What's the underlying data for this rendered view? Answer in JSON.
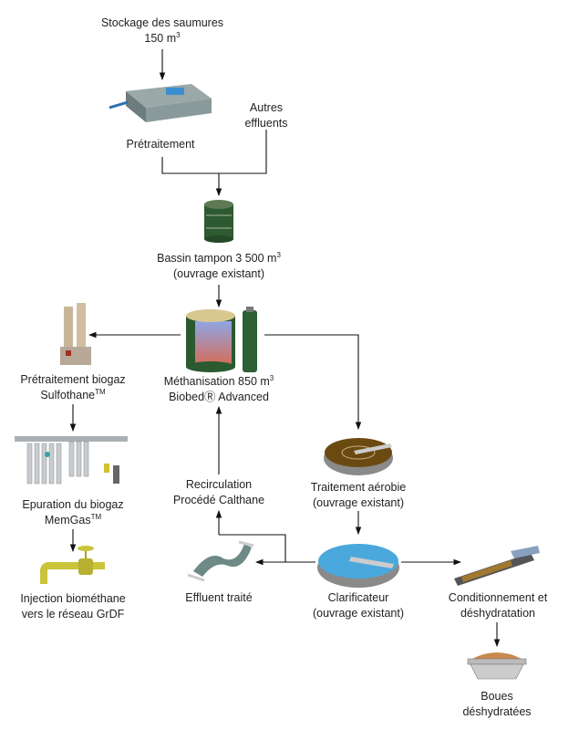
{
  "nodes": {
    "stockage": {
      "line1": "Stockage des saumures",
      "line2": "150 m",
      "sup": "3"
    },
    "pretraitement": {
      "line1": "Prétraitement"
    },
    "autres": {
      "line1": "Autres",
      "line2": "effluents"
    },
    "bassin": {
      "line1": "Bassin tampon 3 500 m",
      "sup": "3",
      "line2": "(ouvrage existant)"
    },
    "methanisation": {
      "line1": "Méthanisation 850 m",
      "sup": "3",
      "line2": "BiobedⓇ Advanced"
    },
    "sulfothane": {
      "line1": "Prétraitement biogaz",
      "line2": "Sulfothane",
      "sup": "TM"
    },
    "memgas": {
      "line1": "Epuration du biogaz",
      "line2": "MemGas",
      "sup": "TM"
    },
    "injection": {
      "line1": "Injection biométhane",
      "line2": "vers le réseau GrDF"
    },
    "recirculation": {
      "line1": "Recirculation",
      "line2": "Procédé Calthane"
    },
    "aerobie": {
      "line1": "Traitement aérobie",
      "line2": "(ouvrage existant)"
    },
    "clarificateur": {
      "line1": "Clarificateur",
      "line2": "(ouvrage existant)"
    },
    "effluent": {
      "line1": "Effluent traité"
    },
    "conditionnement": {
      "line1": "Conditionnement et",
      "line2": "déshydratation"
    },
    "boues": {
      "line1": "Boues",
      "line2": "déshydratées"
    }
  },
  "colors": {
    "line": "#111111",
    "tank_green": "#2e5a32",
    "water_blue": "#4aa8dc",
    "sludge_brown": "#6b4a12",
    "pipe_yellow": "#c9c43a",
    "sludge_orange": "#c8894e"
  }
}
